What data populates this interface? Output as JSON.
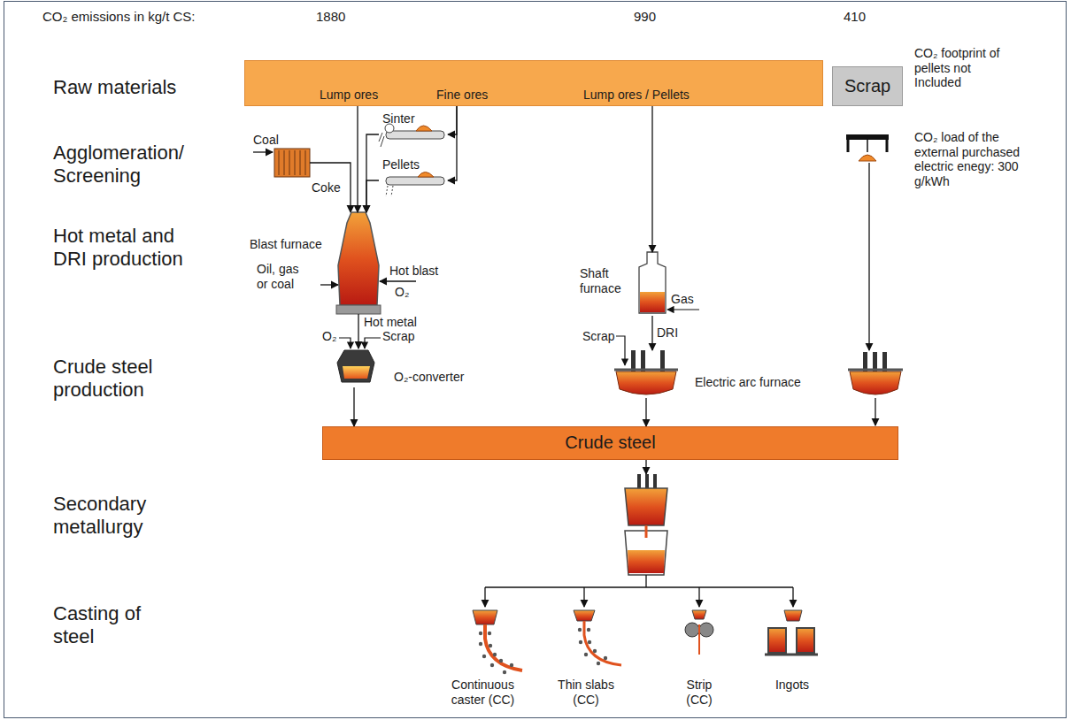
{
  "diagram": {
    "nodes": [
      {
        "text": [
          "Lump ores",
          "Fine ores",
          "Lump ores / Pellets"
        ]
      },
      {
        "text": [
          "Scrap"
        ]
      },
      {
        "text": [
          "Sinter"
        ]
      },
      {
        "text": [
          "Pellets"
        ]
      },
      {
        "text": [
          "Blast furnace"
        ]
      },
      {
        "text": [
          "O₂-converter"
        ]
      },
      {
        "text": [
          "Shaft furnace"
        ]
      },
      {
        "text": [
          "Electric arc furnace"
        ]
      },
      {
        "text": [
          "Crude steel"
        ]
      },
      {
        "text": [
          "Continuous caster (CC)"
        ]
      },
      {
        "text": [
          "Thin slabs (CC)"
        ]
      },
      {
        "text": [
          "Strip (CC)"
        ]
      },
      {
        "text": [
          "Ingots"
        ]
      }
    ],
    "edges": [
      {
        "from": 0,
        "to": 2,
        "arrow": "to"
      },
      {
        "from": 0,
        "to": 3,
        "arrow": "to"
      },
      {
        "from": 0,
        "to": 4,
        "arrow": "to"
      },
      {
        "from": 2,
        "to": 4,
        "arrow": "to"
      },
      {
        "from": 3,
        "to": 4,
        "arrow": "to"
      },
      {
        "from": 4,
        "to": 5,
        "arrow": "to"
      },
      {
        "from": 0,
        "to": 6,
        "arrow": "to"
      },
      {
        "from": 6,
        "to": 7,
        "arrow": "to"
      },
      {
        "from": 5,
        "to": 8,
        "arrow": "to"
      },
      {
        "from": 7,
        "to": 8,
        "arrow": "to"
      }
    ],
    "labels": [
      "CO₂ emissions in kg/t CS:",
      "1880",
      "990",
      "410",
      "CO₂ footprint of pellets not Included",
      "CO₂ load of the external purchased electric enegy: 300 g/kWh",
      "Raw materials",
      "Agglomeration/ Screening",
      "Hot metal and DRI production",
      "Crude steel production",
      "Secondary metallurgy",
      "Casting of steel",
      "Coal",
      "Coke",
      "Oil, gas or coal",
      "Hot blast",
      "O₂",
      "Hot metal",
      "O₂",
      "Scrap",
      "Gas",
      "Scrap",
      "DRI"
    ]
  }
}
